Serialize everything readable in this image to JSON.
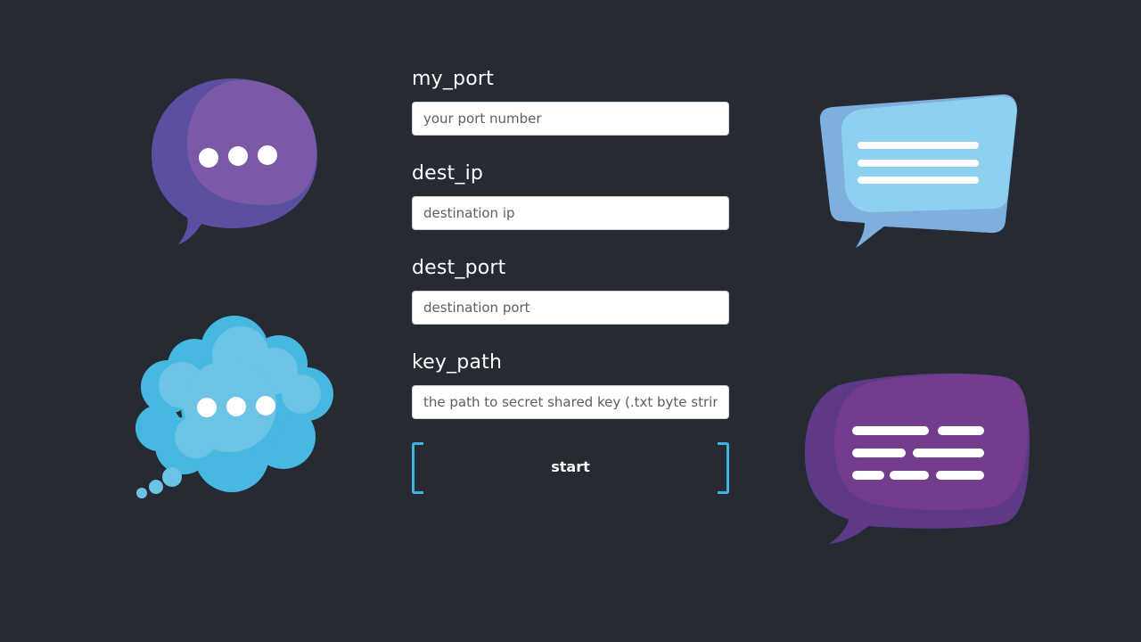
{
  "form": {
    "fields": [
      {
        "label": "my_port",
        "placeholder": "your port number"
      },
      {
        "label": "dest_ip",
        "placeholder": "destination ip"
      },
      {
        "label": "dest_port",
        "placeholder": "destination port"
      },
      {
        "label": "key_path",
        "placeholder": "the path to secret shared key (.txt byte string)"
      }
    ],
    "start_label": "start"
  },
  "illustrations": [
    {
      "icon": "purple-speech-bubble-dots-icon",
      "color": "#7a5aa6"
    },
    {
      "icon": "blue-thought-cloud-dots-icon",
      "color": "#6cc3e3"
    },
    {
      "icon": "light-blue-message-lines-icon",
      "color": "#8dd0f0"
    },
    {
      "icon": "magenta-message-lines-icon",
      "color": "#6e3d8a"
    }
  ],
  "colors": {
    "background": "#262a33",
    "accent": "#3fb4e0",
    "label_text": "#ffffff"
  }
}
